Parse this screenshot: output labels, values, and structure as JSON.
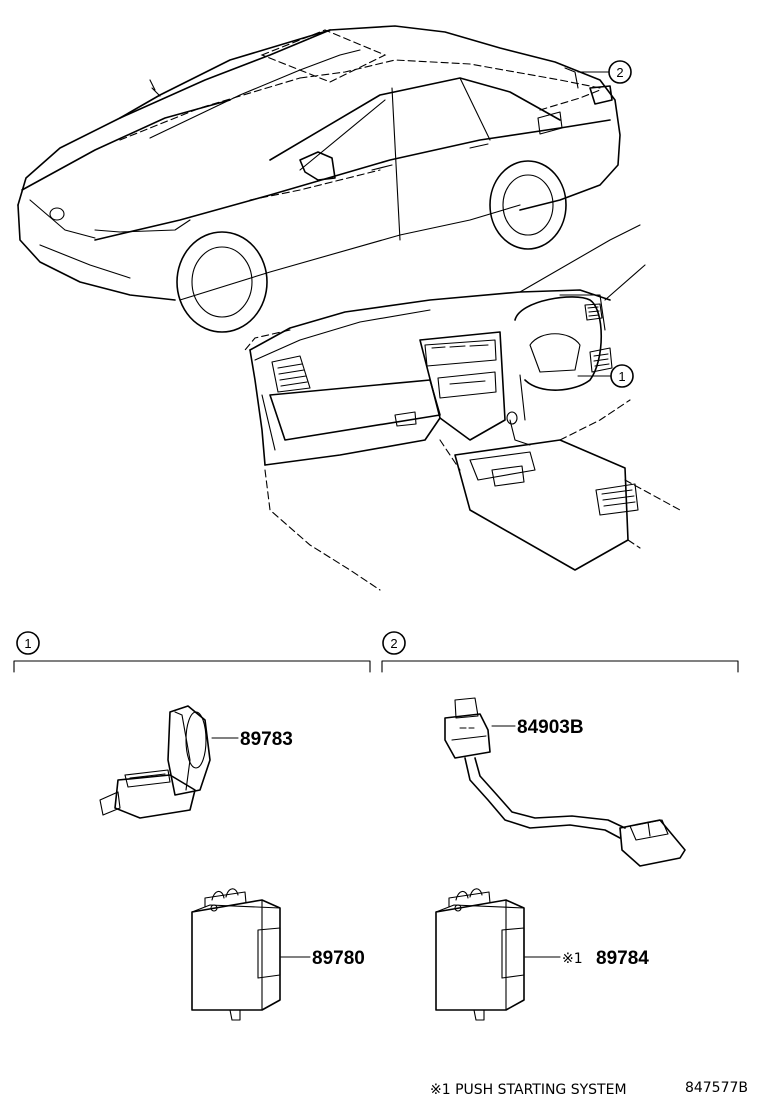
{
  "callouts": [
    {
      "id": "1",
      "label": "1"
    },
    {
      "id": "2",
      "label": "2"
    }
  ],
  "parts": [
    {
      "number": "89783",
      "group": "1",
      "icon": "sensor-bracket-icon"
    },
    {
      "number": "89780",
      "group": "1",
      "icon": "ecu-module-icon"
    },
    {
      "number": "84903B",
      "group": "2",
      "icon": "switch-harness-icon"
    },
    {
      "number": "89784",
      "group": "2",
      "icon": "ecu-module-icon",
      "note_marker": "※1"
    }
  ],
  "footnote": "※1 PUSH STARTING SYSTEM",
  "figure_code": "847577B"
}
